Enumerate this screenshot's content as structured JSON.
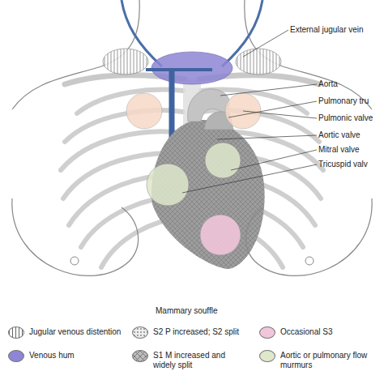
{
  "diagram": {
    "labels": [
      "External jugular vein",
      "Aorta",
      "Pulmonary tru",
      "Pulmonic valve",
      "Aortic valve",
      "Mitral valve",
      "Tricuspid valv",
      "Mammary souffle"
    ],
    "legend": [
      {
        "text": "Jugular venous distention"
      },
      {
        "text": "Venous hum",
        "color": "#8e86d4"
      },
      {
        "text": "S2 P increased; S2 split"
      },
      {
        "text": "S1 M increased and widely split"
      },
      {
        "text": "Occasional S3",
        "color": "#f1c6da"
      },
      {
        "text": "Aortic or pulmonary flow murmurs",
        "color": "#dfe8cc"
      }
    ]
  }
}
